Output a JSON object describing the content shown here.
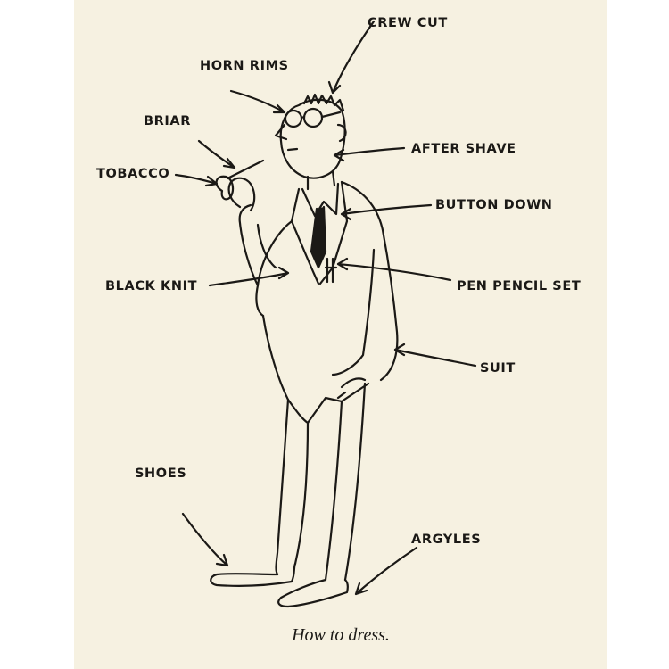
{
  "labels": {
    "crew_cut": "CREW CUT",
    "horn_rims": "HORN RIMS",
    "briar": "BRIAR",
    "tobacco": "TOBACCO",
    "after_shave": "AFTER SHAVE",
    "button_down": "BUTTON DOWN",
    "black_knit": "BLACK KNIT",
    "pen_pencil_set": "PEN PENCIL SET",
    "suit": "SUIT",
    "shoes": "SHOES",
    "argyles": "ARGYLES"
  },
  "caption": "How to dress.",
  "colors": {
    "paper": "#f6f1e1",
    "ink": "#1b1916"
  }
}
